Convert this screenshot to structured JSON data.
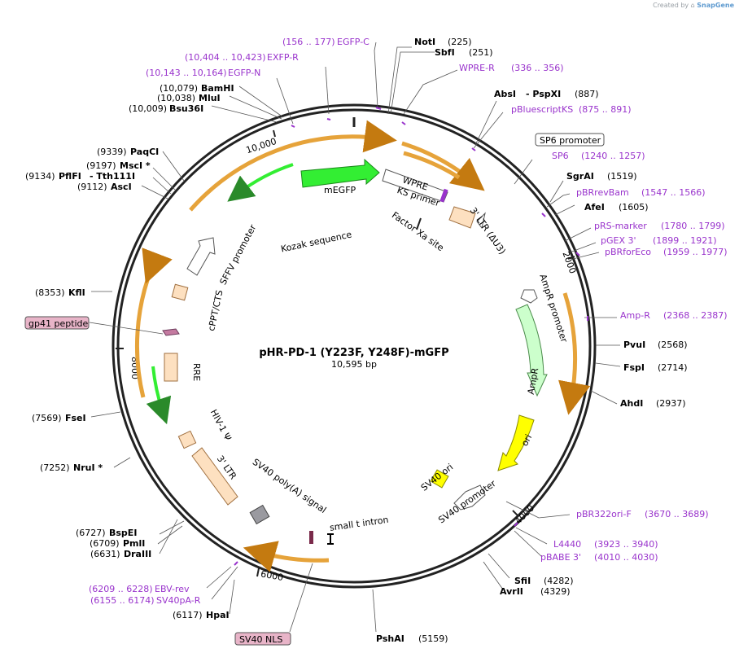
{
  "credit": {
    "prefix": "Created by",
    "brand": "SnapGene"
  },
  "plasmid": {
    "name": "pHR-PD-1 (Y223F, Y248F)-mGFP",
    "size_label": "10,595 bp"
  },
  "ticks": [
    {
      "label": "10,000"
    },
    {
      "label": "2000"
    },
    {
      "label": "4000"
    },
    {
      "label": "6000"
    },
    {
      "label": "8000"
    }
  ],
  "enzymes": [
    {
      "name": "NotI",
      "pos": "(225)"
    },
    {
      "name": "SbfI",
      "pos": "(251)"
    },
    {
      "name": "AbsI",
      "name2": "- PspXI",
      "pos": "(887)"
    },
    {
      "name": "SgrAI",
      "pos": "(1519)"
    },
    {
      "name": "AfeI",
      "pos": "(1605)"
    },
    {
      "name": "PvuI",
      "pos": "(2568)"
    },
    {
      "name": "FspI",
      "pos": "(2714)"
    },
    {
      "name": "AhdI",
      "pos": "(2937)"
    },
    {
      "name": "SfiI",
      "pos": "(4282)"
    },
    {
      "name": "AvrII",
      "pos": "(4329)"
    },
    {
      "name": "PshAI",
      "pos": "(5159)"
    },
    {
      "name": "HpaI",
      "pos": "(6117)"
    },
    {
      "name": "BspEI",
      "pos": "(6727)"
    },
    {
      "name": "PmlI",
      "pos": "(6709)"
    },
    {
      "name": "DraIII",
      "pos": "(6631)"
    },
    {
      "name": "NruI *",
      "pos": "(7252)"
    },
    {
      "name": "FseI",
      "pos": "(7569)"
    },
    {
      "name": "KflI",
      "pos": "(8353)"
    },
    {
      "name": "AscI",
      "pos": "(9112)"
    },
    {
      "name": "PflFI",
      "name2": "- Tth111I",
      "pos": "(9134)"
    },
    {
      "name": "MscI *",
      "pos": "(9197)"
    },
    {
      "name": "PaqCI",
      "pos": "(9339)"
    },
    {
      "name": "Bsu36I",
      "pos": "(10,009)"
    },
    {
      "name": "MluI",
      "pos": "(10,038)"
    },
    {
      "name": "BamHI",
      "pos": "(10,079)"
    }
  ],
  "primers": [
    {
      "pos": "(156 .. 177)",
      "name": "EGFP-C"
    },
    {
      "pos": "(10,404 .. 10,423)",
      "name": "EXFP-R"
    },
    {
      "pos": "(10,143 .. 10,164)",
      "name": "EGFP-N"
    },
    {
      "name": "WPRE-R",
      "pos": "(336 .. 356)"
    },
    {
      "name": "pBluescriptKS",
      "pos": "(875 .. 891)"
    },
    {
      "name": "SP6",
      "pos": "(1240 .. 1257)"
    },
    {
      "name": "pBRrevBam",
      "pos": "(1547 .. 1566)"
    },
    {
      "name": "pRS-marker",
      "pos": "(1780 .. 1799)"
    },
    {
      "name": "pGEX 3'",
      "pos": "(1899 .. 1921)"
    },
    {
      "name": "pBRforEco",
      "pos": "(1959 .. 1977)"
    },
    {
      "name": "Amp-R",
      "pos": "(2368 .. 2387)"
    },
    {
      "name": "pBR322ori-F",
      "pos": "(3670 .. 3689)"
    },
    {
      "name": "L4440",
      "pos": "(3923 .. 3940)"
    },
    {
      "name": "pBABE 3'",
      "pos": "(4010 .. 4030)"
    },
    {
      "pos": "(6209 .. 6228)",
      "name": "EBV-rev"
    },
    {
      "pos": "(6155 .. 6174)",
      "name": "SV40pA-R"
    }
  ],
  "boxed_labels": {
    "sp6_promoter": "SP6 promoter",
    "gp41": "gp41 peptide",
    "sv40nls": "SV40 NLS"
  },
  "features": {
    "mEGFP": "mEGFP",
    "WPRE": "WPRE",
    "KS_primer": "KS primer",
    "kozak": "Kozak sequence",
    "factor_xa": "Factor Xa site",
    "ltr3_du3": "3' LTR (ΔU3)",
    "sffv": "SFFV promoter",
    "cppt": "cPPT/CTS",
    "rre": "RRE",
    "hiv_psi": "HIV-1 Ψ",
    "ltr3": "3' LTR",
    "sv40_polya": "SV40 poly(A) signal",
    "small_t": "small t intron",
    "ampr_promoter": "AmpR promoter",
    "ampr": "AmpR",
    "ori": "ori",
    "sv40_ori": "SV40 ori",
    "sv40_promoter": "SV40 promoter"
  },
  "colors": {
    "backbone": "#222222",
    "primer": "#9933cc",
    "orf_green": "#33ee33",
    "ltr_tan": "#fde0c0",
    "ampr_green": "#ccffcc",
    "ori_yellow": "#ffff00",
    "orange_arc": "#e6a33a",
    "nls_box": "#e8b4c8"
  }
}
